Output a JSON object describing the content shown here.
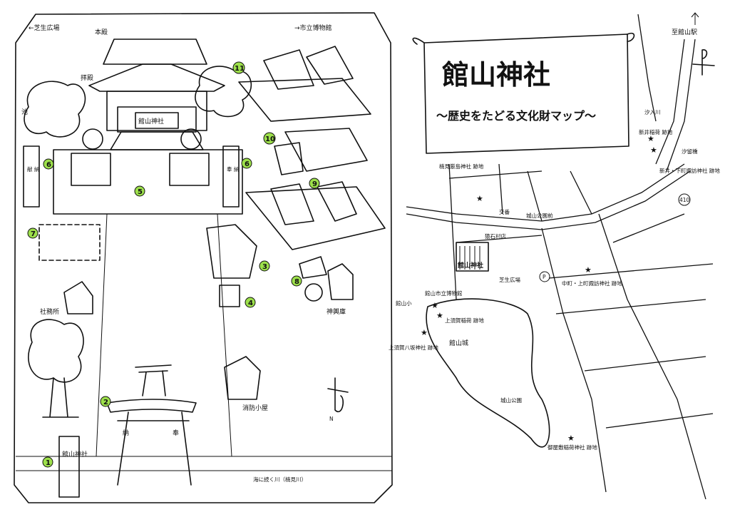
{
  "title": "館山神社",
  "subtitle": "〜歴史をたどる文化財マップ〜",
  "left_map": {
    "arrow_left": "←芝生広場",
    "arrow_right": "→市立博物館",
    "labels": {
      "honden": "本殿",
      "haiden": "拝殿",
      "shrine_plaque": "館山神社",
      "ike": "池",
      "shamusho": "社務所",
      "shoubou_koya": "消防小屋",
      "mikoshi_ko": "神輿庫",
      "river_note": "海に続く川（楠見川）",
      "stone_left": "献 納",
      "stone_right": "奉 納",
      "torii_left": "納",
      "torii_right": "奉",
      "monument": "館山神社",
      "compass_n": "N"
    },
    "markers": [
      "1",
      "2",
      "3",
      "4",
      "5",
      "6",
      "6",
      "7",
      "8",
      "9",
      "10",
      "11"
    ]
  },
  "right_map": {
    "to_station": "至館山駅",
    "labels": {
      "kusumi": "楠見厳島神社 跡地",
      "shiomigawa": "汐入川",
      "arai_inari": "新井稲荷 跡地",
      "shiodome": "汐留橋",
      "arai_suwa": "新井・下町諏訪神社 跡地",
      "route": "410",
      "koban": "交番",
      "shiroyama_mae": "城山公園前",
      "jinja": "館山神社",
      "tokushi": "猿石村店",
      "shibafu": "芝生広場",
      "naka_suwa": "中町・上町諏訪神社 跡地",
      "museum": "館山市立博物館",
      "school": "館山小",
      "kamisuka_inari": "上須賀稲荷 跡地",
      "yasaka": "上須賀八坂神社 跡地",
      "castle": "館山城",
      "park": "城山公園",
      "goyashiki": "御屋敷稲荷神社 跡地",
      "parking": "P"
    }
  }
}
